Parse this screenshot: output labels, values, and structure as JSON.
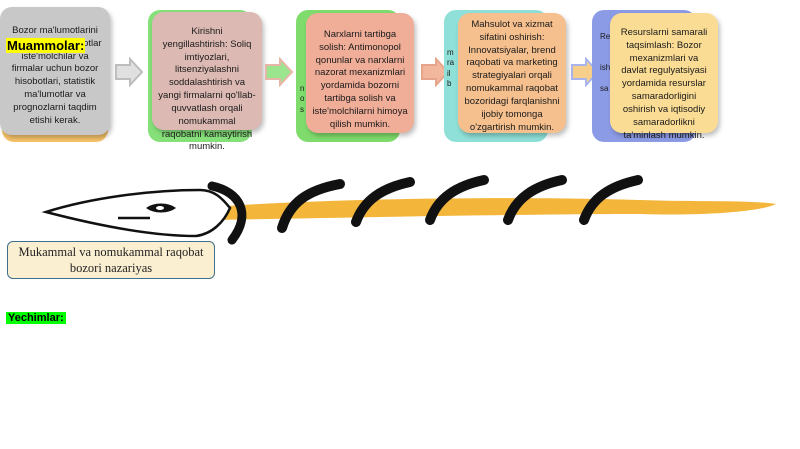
{
  "problems_label": "Muammolar:",
  "solutions_label": "Yechimlar:",
  "theory_box": "Mukammal va nomukammal raqobat bozori nazariyas",
  "cards": [
    {
      "id": "card-1",
      "text": "Bozor ma'lumotlarini to'plash va tashkilotlar iste'molchilar va firmalar uchun bozor hisobotlari, statistik ma'lumotlar va prognozlarni taqdim etishi kerak.",
      "back_color": "#f9c56b",
      "front_color": "#c8c8c8"
    },
    {
      "id": "card-2",
      "text": "Kirishni yengillashtirish: Soliq imtiyozlari, litsenziyalashni soddalashtirish va yangi firmalarni qo'llab-quvvatlash orqali nomukammal raqobatni kamaytirish mumkin.",
      "back_color": "#86e07a",
      "front_color": "#dcb9b3"
    },
    {
      "id": "card-3",
      "text": "Narxlarni tartibga solish: Antimonopol qonunlar va narxlarni nazorat mexanizmlari yordamida bozorni tartibga solish va iste'molchilarni himoya qilish mumkin.",
      "back_color": "#7fdc6c",
      "back_peek": "n\no\ns",
      "front_color": "#f0ad98"
    },
    {
      "id": "card-4",
      "text": "Mahsulot va xizmat sifatini oshirish: Innovatsiyalar, brend raqobati va marketing strategiyalari orqali nomukammal raqobat bozoridagi farqlanishni ijobiy tomonga o'zgartirish mumkin.",
      "back_color": "#8fe0d8",
      "back_peek": "m\nra\nil\nb",
      "front_color": "#f6c08e"
    },
    {
      "id": "card-5",
      "text": "Resurslarni samarali taqsimlash: Bozor mexanizmlari va davlat regulyatsiyasi yordamida resurslar samaradorligini oshirish va iqtisodiy samaradorlikni ta'minlash mumkin.",
      "back_color": "#8c9be6",
      "back_peek": "Re\n\n\nish\n\nsa",
      "front_color": "#fbdc94"
    }
  ],
  "colors": {
    "fish_body": "#f3b63a",
    "fish_bones": "#111111",
    "arrow": "#bdbdbd"
  }
}
